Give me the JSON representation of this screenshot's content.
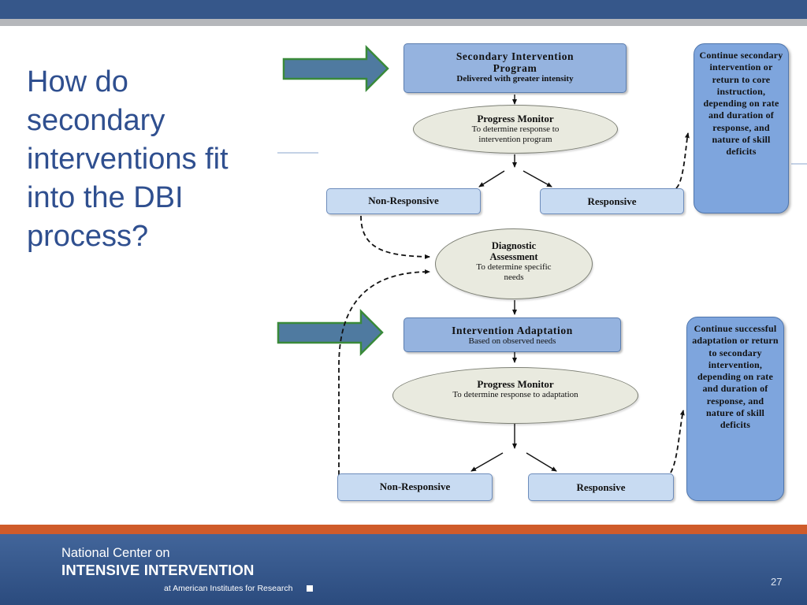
{
  "slide": {
    "question": "How do secondary interventions fit into the DBI process?",
    "number": "27"
  },
  "diagram": {
    "secondary_program": {
      "title": "Secondary Intervention Program",
      "subtitle": "Delivered with greater intensity"
    },
    "progress_monitor_1": {
      "title": "Progress Monitor",
      "subtitle": "To determine response to intervention program"
    },
    "non_responsive_1": "Non-Responsive",
    "responsive_1": "Responsive",
    "continue_1": "Continue secondary intervention or return to core instruction, depending on rate and duration of response, and nature of skill deficits",
    "diagnostic": {
      "title": "Diagnostic Assessment",
      "subtitle": "To determine specific needs"
    },
    "adaptation": {
      "title": "Intervention Adaptation",
      "subtitle": "Based on observed needs"
    },
    "progress_monitor_2": {
      "title": "Progress Monitor",
      "subtitle": "To determine response to adaptation"
    },
    "non_responsive_2": "Non-Responsive",
    "responsive_2": "Responsive",
    "continue_2": "Continue successful adaptation or return to secondary intervention, depending on rate and duration of response, and nature of skill deficits"
  },
  "footer": {
    "org_line1": "National Center on",
    "org_line2": "INTENSIVE INTERVENTION",
    "affiliation": "at American Institutes for Research"
  },
  "colors": {
    "title_text": "#2f4f8f",
    "header_band": "#36578a",
    "footer_band": "#2b4b7e",
    "footer_accent": "#cf5b2a",
    "pointer_arrow_fill": "#4f7aa0",
    "pointer_arrow_stroke": "#3a8a3a"
  }
}
